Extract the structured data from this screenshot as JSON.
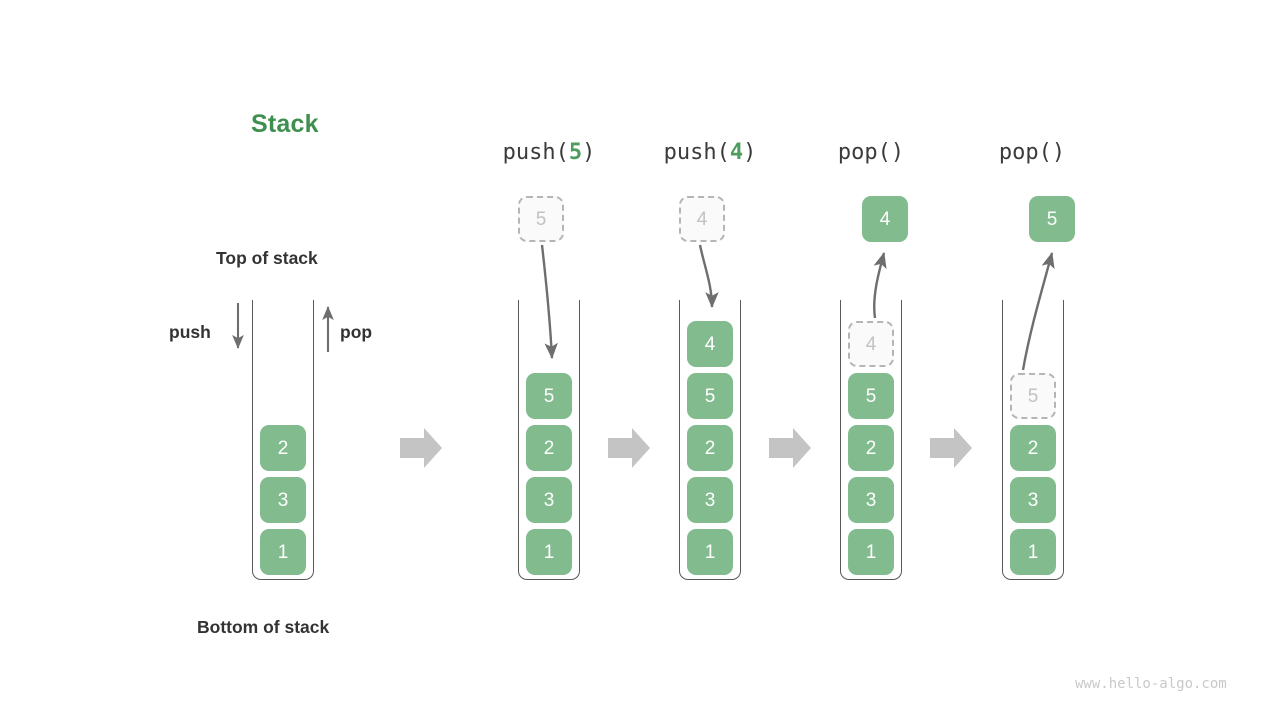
{
  "diagram": {
    "title": "Stack",
    "title_color": "#3f8f4f",
    "accent_color": "#82bc8e",
    "ghost_color": "#fafafa",
    "ghost_border_color": "#b5b5b5",
    "arrow_color": "#6e6e6e",
    "transition_arrow_color": "#c4c4c4",
    "watermark": "www.hello-algo.com",
    "labels": {
      "top_of_stack": "Top of stack",
      "bottom_of_stack": "Bottom of stack",
      "push": "push",
      "pop": "pop"
    },
    "operations": [
      {
        "name": "push",
        "prefix": "push(",
        "arg": "5",
        "suffix": ")",
        "text": "push(5)"
      },
      {
        "name": "push",
        "prefix": "push(",
        "arg": "4",
        "suffix": ")",
        "text": "push(4)"
      },
      {
        "name": "pop",
        "prefix": "pop()",
        "arg": "",
        "suffix": "",
        "text": "pop()"
      },
      {
        "name": "pop",
        "prefix": "pop()",
        "arg": "",
        "suffix": "",
        "text": "pop()"
      }
    ],
    "panels": [
      {
        "id": "initial",
        "caption": "",
        "stack_bottom_to_top": [
          "1",
          "3",
          "2"
        ],
        "cells": [
          {
            "value": "2",
            "state": "solid",
            "slot": 3
          },
          {
            "value": "3",
            "state": "solid",
            "slot": 2
          },
          {
            "value": "1",
            "state": "solid",
            "slot": 1
          }
        ],
        "floating": null
      },
      {
        "id": "after-push-5",
        "caption": "push(5)",
        "stack_bottom_to_top": [
          "1",
          "3",
          "2",
          "5"
        ],
        "cells": [
          {
            "value": "5",
            "state": "solid",
            "slot": 4
          },
          {
            "value": "2",
            "state": "solid",
            "slot": 3
          },
          {
            "value": "3",
            "state": "solid",
            "slot": 2
          },
          {
            "value": "1",
            "state": "solid",
            "slot": 1
          }
        ],
        "floating": {
          "value": "5",
          "state": "ghost",
          "direction": "in"
        }
      },
      {
        "id": "after-push-4",
        "caption": "push(4)",
        "stack_bottom_to_top": [
          "1",
          "3",
          "2",
          "5",
          "4"
        ],
        "cells": [
          {
            "value": "4",
            "state": "solid",
            "slot": 5
          },
          {
            "value": "5",
            "state": "solid",
            "slot": 4
          },
          {
            "value": "2",
            "state": "solid",
            "slot": 3
          },
          {
            "value": "3",
            "state": "solid",
            "slot": 2
          },
          {
            "value": "1",
            "state": "solid",
            "slot": 1
          }
        ],
        "floating": {
          "value": "4",
          "state": "ghost",
          "direction": "in"
        }
      },
      {
        "id": "after-pop-4",
        "caption": "pop()",
        "stack_bottom_to_top": [
          "1",
          "3",
          "2",
          "5"
        ],
        "cells": [
          {
            "value": "4",
            "state": "ghost",
            "slot": 5
          },
          {
            "value": "5",
            "state": "solid",
            "slot": 4
          },
          {
            "value": "2",
            "state": "solid",
            "slot": 3
          },
          {
            "value": "3",
            "state": "solid",
            "slot": 2
          },
          {
            "value": "1",
            "state": "solid",
            "slot": 1
          }
        ],
        "floating": {
          "value": "4",
          "state": "solid",
          "direction": "out"
        }
      },
      {
        "id": "after-pop-5",
        "caption": "pop()",
        "stack_bottom_to_top": [
          "1",
          "3",
          "2"
        ],
        "cells": [
          {
            "value": "5",
            "state": "ghost",
            "slot": 4
          },
          {
            "value": "2",
            "state": "solid",
            "slot": 3
          },
          {
            "value": "3",
            "state": "solid",
            "slot": 2
          },
          {
            "value": "1",
            "state": "solid",
            "slot": 1
          }
        ],
        "floating": {
          "value": "5",
          "state": "solid",
          "direction": "out"
        }
      }
    ]
  }
}
